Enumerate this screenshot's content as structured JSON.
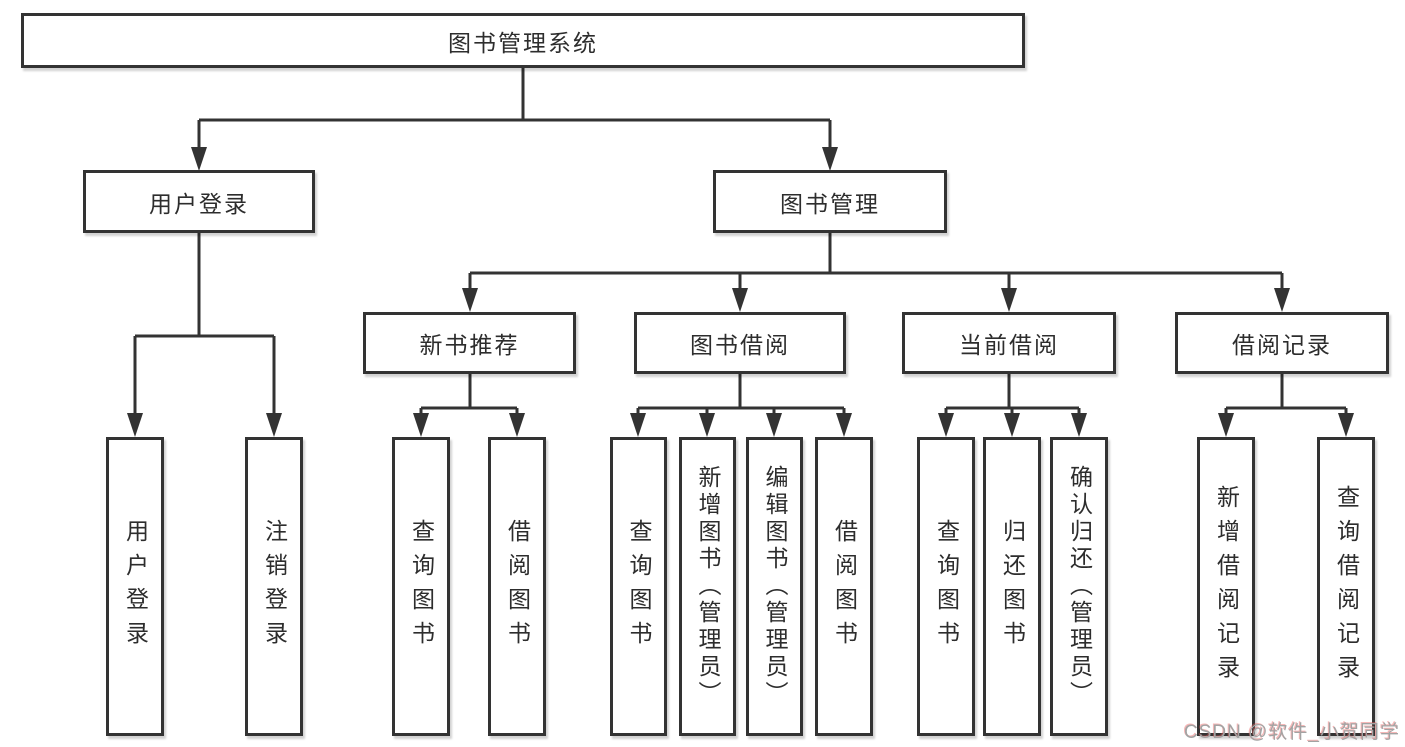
{
  "diagram": {
    "title": "图书管理系统",
    "root": {
      "label": "图书管理系统"
    },
    "level2": [
      {
        "label": "用户登录"
      },
      {
        "label": "图书管理"
      }
    ],
    "level3": [
      {
        "label": "新书推荐",
        "parent": "图书管理"
      },
      {
        "label": "图书借阅",
        "parent": "图书管理"
      },
      {
        "label": "当前借阅",
        "parent": "图书管理"
      },
      {
        "label": "借阅记录",
        "parent": "图书管理"
      }
    ],
    "leaves": [
      {
        "label": "用户登录",
        "parent": "用户登录"
      },
      {
        "label": "注销登录",
        "parent": "用户登录"
      },
      {
        "label": "查询图书",
        "parent": "新书推荐"
      },
      {
        "label": "借阅图书",
        "parent": "新书推荐"
      },
      {
        "label": "查询图书",
        "parent": "图书借阅"
      },
      {
        "label": "新增图书（管理员）",
        "parent": "图书借阅"
      },
      {
        "label": "编辑图书（管理员）",
        "parent": "图书借阅"
      },
      {
        "label": "借阅图书",
        "parent": "图书借阅"
      },
      {
        "label": "查询图书",
        "parent": "当前借阅"
      },
      {
        "label": "归还图书",
        "parent": "当前借阅"
      },
      {
        "label": "确认归还（管理员）",
        "parent": "当前借阅"
      },
      {
        "label": "新增借阅记录",
        "parent": "借阅记录"
      },
      {
        "label": "查询借阅记录",
        "parent": "借阅记录"
      }
    ]
  },
  "watermark": {
    "text": "CSDN @软件_小贺同学"
  },
  "colors": {
    "line": "#333333",
    "box_border": "#333333",
    "text": "#2d2d2d",
    "background": "#ffffff",
    "watermark_gray": "#a3a3a3",
    "watermark_red_fringe": "#eb5f5f"
  }
}
